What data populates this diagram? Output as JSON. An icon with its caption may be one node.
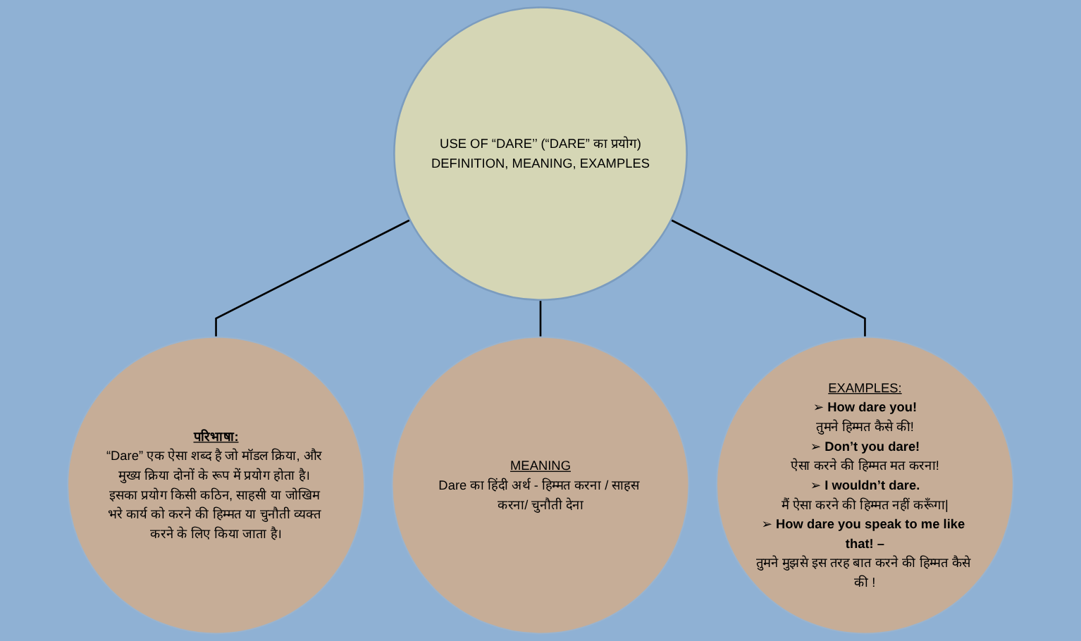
{
  "diagram": {
    "nodes": [
      {
        "text": [
          "USE OF “DARE’’ (“DARE” का प्रयोग)",
          "DEFINITION, MEANING, EXAMPLES"
        ]
      },
      {
        "text": [
          "परिभाषा:",
          "“Dare” एक ऐसा शब्द है जो मॉडल क्रिया, और मुख्य क्रिया दोनों के रूप में प्रयोग होता है। इसका प्रयोग किसी कठिन, साहसी या जोखिम भरे कार्य को करने की हिम्मत या चुनौती व्यक्त करने के लिए किया जाता है।"
        ]
      },
      {
        "text": [
          "MEANING",
          "Dare का हिंदी अर्थ - हिम्मत करना / साहस करना/ चुनौती देना"
        ]
      },
      {
        "text": [
          "EXAMPLES:",
          "➢ How dare you!",
          "तुमने हिम्मत कैसे की!",
          "➢ Don’t you dare!",
          "ऐसा करने की हिम्मत मत करना!",
          "➢ I wouldn’t dare.",
          "मैं ऐसा करने की हिम्मत नहीं करूँगा|",
          "➢ How dare you speak to me like that! –",
          "तुमने मुझसे इस तरह बात करने की हिम्मत कैसे की !"
        ]
      }
    ],
    "edges": [
      {
        "from": 0,
        "to": 1,
        "arrow": "none"
      },
      {
        "from": 0,
        "to": 2,
        "arrow": "none"
      },
      {
        "from": 0,
        "to": 3,
        "arrow": "none"
      }
    ]
  }
}
